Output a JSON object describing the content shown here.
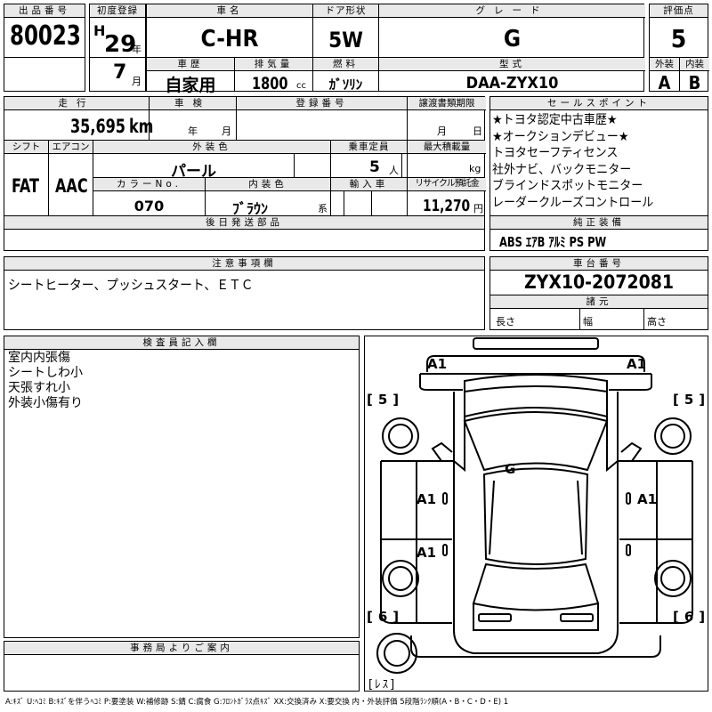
{
  "header_row": {
    "lot_no_label": "出品番号",
    "lot_no": "80023",
    "first_reg_label": "初度登録",
    "era": "H",
    "year": "29",
    "year_unit": "年",
    "month": "7",
    "month_unit": "月",
    "car_name_label": "車名",
    "car_name": "C-HR",
    "door_label": "ドア形状",
    "door": "5W",
    "grade_label": "グレード",
    "grade": "G",
    "score_label": "評価点",
    "score": "5",
    "history_label": "車歴",
    "history": "自家用",
    "displacement_label": "排気量",
    "displacement": "1800",
    "displacement_unit": "cc",
    "fuel_label": "燃料",
    "fuel": "ｶﾞｿﾘﾝ",
    "model_code_label": "型式",
    "model_code": "DAA-ZYX10",
    "exterior_label": "外装",
    "exterior": "A",
    "interior_label": "内装",
    "interior": "B"
  },
  "second_block": {
    "mileage_label": "走行",
    "mileage": "35,695",
    "mileage_unit": "km",
    "inspection_label": "車検",
    "inspection_year_unit": "年",
    "inspection_month_unit": "月",
    "reg_no_label": "登録番号",
    "transfer_label": "譲渡書類期限",
    "transfer_month_unit": "月",
    "transfer_day_unit": "日",
    "shift_label": "シフト",
    "shift": "FAT",
    "ac_label": "エアコン",
    "ac": "AAC",
    "color_label": "外装色",
    "color": "パール",
    "capacity_label": "乗車定員",
    "capacity": "5",
    "capacity_unit": "人",
    "load_label": "最大積載量",
    "load_unit": "kg",
    "color_no_label": "カラーNo.",
    "color_no": "070",
    "int_color_label": "内装色",
    "int_color": "ﾌﾞﾗｳﾝ",
    "int_color_unit": "系",
    "import_label": "輸入車",
    "recycle_label": "リサイクル預託金",
    "recycle": "11,270",
    "recycle_unit": "円",
    "later_parts_label": "後日発送部品"
  },
  "sales_points": {
    "label": "セールスポイント",
    "lines": [
      "★トヨタ認定中古車歴★",
      "★オークションデビュー★",
      "トヨタセーフティセンス",
      "社外ナビ、バックモニター",
      "ブラインドスポットモニター",
      "レーダークルーズコントロール"
    ],
    "equipment_label": "純正装備",
    "equipment": "ABS ｴｱB ｱﾙﾐ PS PW"
  },
  "notes": {
    "label": "注意事項欄",
    "text": "シートヒーター、プッシュスタート、ＥＴＣ"
  },
  "chassis": {
    "label": "車台番号",
    "value": "ZYX10-2072081",
    "spec_label": "諸元",
    "length_label": "長さ",
    "width_label": "幅",
    "height_label": "高さ"
  },
  "inspector": {
    "label": "検査員記入欄",
    "lines": [
      "室内内張傷",
      "シートしわ小",
      "天張すれ小",
      "外装小傷有り"
    ]
  },
  "office": {
    "label": "事務局よりご案内"
  },
  "diagram": {
    "marks": [
      "A1",
      "A1",
      "A1",
      "A1",
      "A1",
      "G"
    ],
    "tire_labels": [
      "5",
      "5",
      "6",
      "6"
    ],
    "spare_label": "ﾚｽ"
  },
  "legend": "A:ｷｽﾞ U:ﾍｺﾐ B:ｷｽﾞを伴うﾍｺﾐ P:要塗装 W:補修跡 S:錆 C:腐食 G:ﾌﾛﾝﾄｶﾞﾗｽ点ｷｽﾞ XX:交換済み X:要交換 内・外装評価 5段階ﾗﾝｸ順(A・B・C・D・E) 1"
}
